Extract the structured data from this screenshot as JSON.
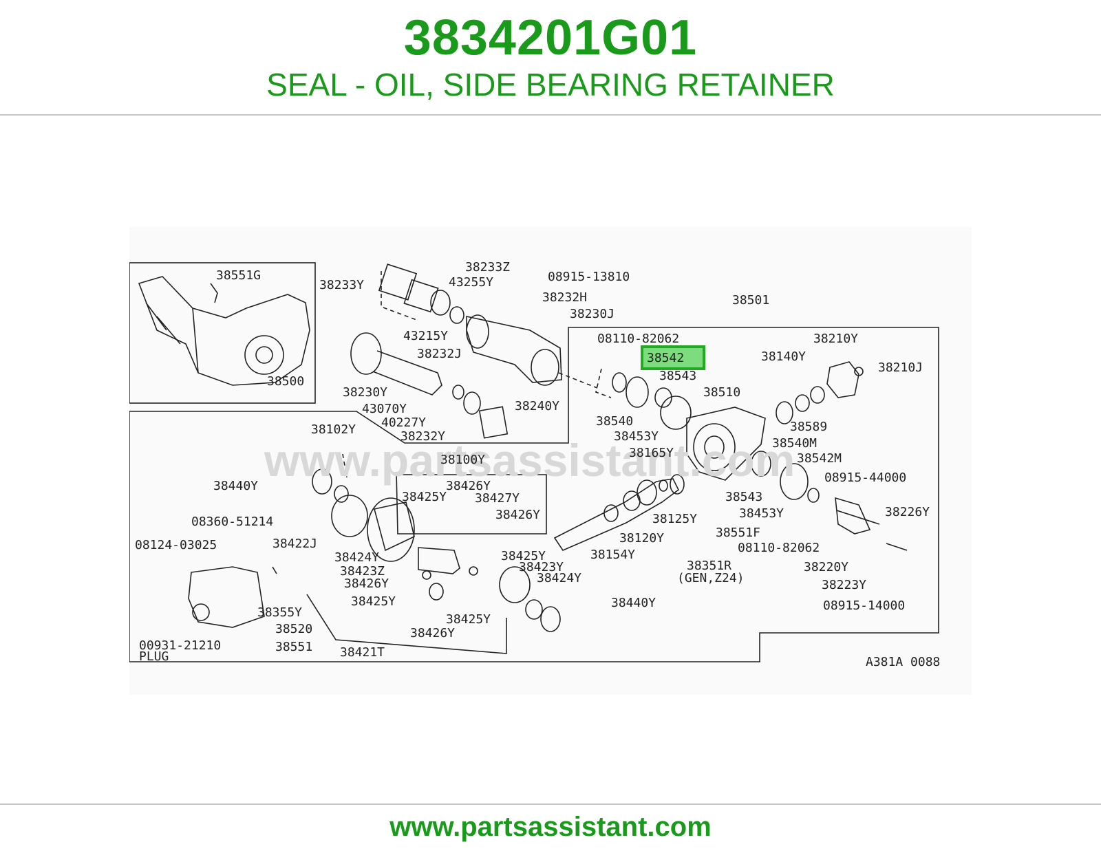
{
  "header": {
    "part_number": "3834201G01",
    "description": "SEAL - OIL, SIDE BEARING RETAINER"
  },
  "footer": {
    "url": "www.partsassistant.com"
  },
  "diagram": {
    "watermark": "www.partsassistant.com",
    "highlight_color": "#22aa22",
    "figure_code": "A381A 0088",
    "plug_label": "PLUG",
    "gen_label": "(GEN,Z24)",
    "inset_labels": [
      "38551G",
      "38500"
    ],
    "labels": {
      "l38233Z": "38233Z",
      "l38233Y": "38233Y",
      "l43255Y": "43255Y",
      "l08915_13810": "08915-13810",
      "l38232H": "38232H",
      "l38230J": "38230J",
      "l43215Y": "43215Y",
      "l38232J": "38232J",
      "l38230Y": "38230Y",
      "l43070Y": "43070Y",
      "l40227Y": "40227Y",
      "l38232Y": "38232Y",
      "l38240Y": "38240Y",
      "l38501": "38501",
      "l08110_82062a": "08110-82062",
      "l38542": "38542",
      "l38543a": "38543",
      "l38540": "38540",
      "l38453Ya": "38453Y",
      "l38510": "38510",
      "l38210Y": "38210Y",
      "l38140Y": "38140Y",
      "l38210J": "38210J",
      "l38589": "38589",
      "l38540M": "38540M",
      "l38542M": "38542M",
      "l08915_44000": "08915-44000",
      "l38165Y": "38165Y",
      "l38543b": "38543",
      "l38453Yb": "38453Y",
      "l38226Y": "38226Y",
      "l38102Y": "38102Y",
      "l38100Y": "38100Y",
      "l38440Ya": "38440Y",
      "l38426Ya": "38426Y",
      "l38425Ya": "38425Y",
      "l38427Y": "38427Y",
      "l38426Yb": "38426Y",
      "l08360_51214": "08360-51214",
      "l38422J": "38422J",
      "l08124_03025": "08124-03025",
      "l38424Ya": "38424Y",
      "l38423Z": "38423Z",
      "l38425Yb": "38425Y",
      "l38426Yc": "38426Y",
      "l38423Y": "38423Y",
      "l38424Yb": "38424Y",
      "l38425Yc": "38425Y",
      "l38425Yd": "38425Y",
      "l38426Yd": "38426Y",
      "l38440Yb": "38440Y",
      "l38125Y": "38125Y",
      "l38120Y": "38120Y",
      "l38154Y": "38154Y",
      "l38551F": "38551F",
      "l38351R": "38351R",
      "l08110_82062b": "08110-82062",
      "l38220Y": "38220Y",
      "l38223Y": "38223Y",
      "l08915_14000": "08915-14000",
      "l38355Y": "38355Y",
      "l38520": "38520",
      "l38551": "38551",
      "l00931_21210": "00931-21210",
      "l38421T": "38421T"
    }
  }
}
